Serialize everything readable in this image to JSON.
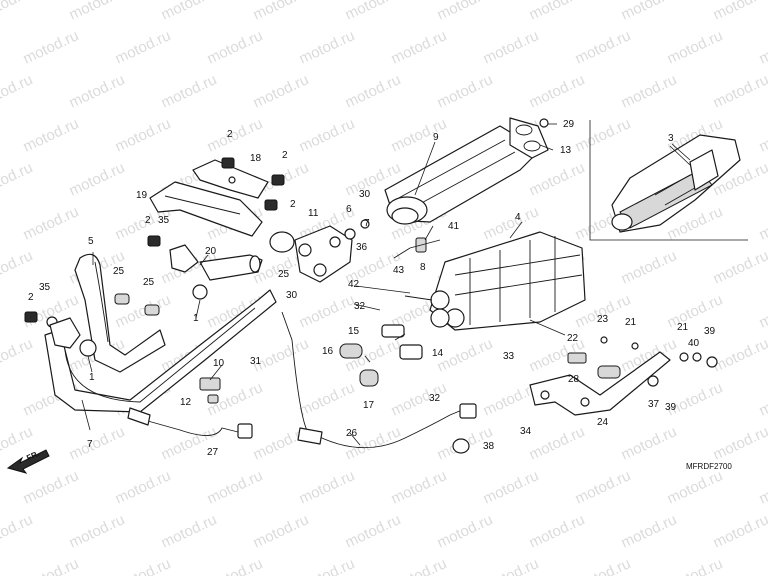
{
  "watermark": "motod.ru",
  "diagram_code": "MFRDF2700",
  "direction_label": "FR.",
  "callouts": [
    "1",
    "2",
    "3",
    "4",
    "5",
    "6",
    "7",
    "8",
    "9",
    "10",
    "11",
    "12",
    "13",
    "14",
    "15",
    "16",
    "17",
    "18",
    "19",
    "20",
    "21",
    "22",
    "23",
    "24",
    "25",
    "26",
    "27",
    "28",
    "29",
    "30",
    "31",
    "32",
    "33",
    "34",
    "35",
    "36",
    "37",
    "38",
    "39",
    "40",
    "41",
    "42",
    "43"
  ]
}
